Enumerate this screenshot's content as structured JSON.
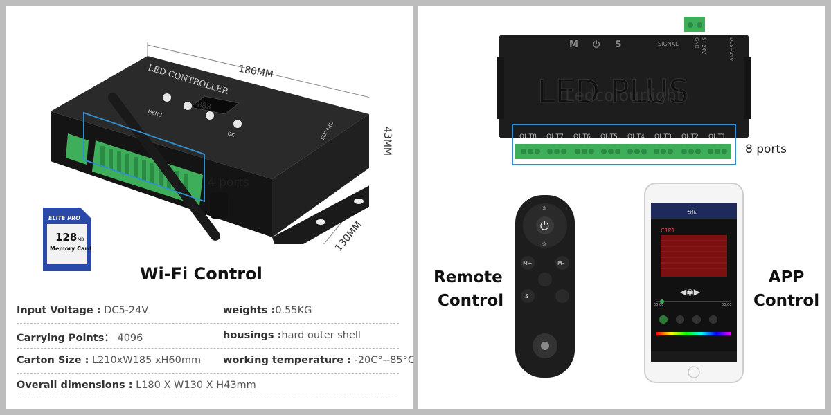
{
  "left": {
    "controller_label": "LED CONTROLLER",
    "menu_label": "MENU",
    "ok_label": "OK",
    "display_value": "888",
    "sdcard_slot_label": "SDCARD",
    "dim_length": "180MM",
    "dim_height": "43MM",
    "dim_width": "130MM",
    "ports_label": "4 ports",
    "sdcard": {
      "brand": "ELITE PRO",
      "capacity": "128",
      "unit": "MB",
      "type": "Memory Card"
    },
    "feature_title": "Wi-Fi Control"
  },
  "specs": [
    {
      "k1": "Input Voltage :",
      "v1": " DC5-24V",
      "k2": "weights :",
      "v2": "0.55KG"
    },
    {
      "k1": "Carrying Points：",
      "v1": "  4096",
      "k2": "housings :",
      "v2": "hard outer shell"
    },
    {
      "k1": "Carton Size :",
      "v1": " L210xW185 xH60mm",
      "k2": "working temperature :",
      "v2": " -20C°--85°C"
    },
    {
      "k1": "Overall dimensions :",
      "v1": " L180 X W130 X H43mm",
      "k2": "",
      "v2": ""
    }
  ],
  "right": {
    "device_title": "LED PLUS",
    "watermark": "Ledcolourlight",
    "top_buttons": [
      "M",
      "⏻",
      "S"
    ],
    "signal_label": "SIGNAL",
    "gnd_label": "GND",
    "voltage_label": "5~24V",
    "dc_label": "DC5~24V",
    "outputs": [
      "OUT8",
      "OUT7",
      "OUT6",
      "OUT5",
      "OUT4",
      "OUT3",
      "OUT2",
      "OUT1"
    ],
    "ports_label": "8 ports",
    "remote_title_line1": "Remote",
    "remote_title_line2": "Control",
    "app_title_line1": "APP",
    "app_title_line2": "Control",
    "phone": {
      "header_title": "音乐",
      "program_label": "C1P1",
      "time_start": "00:00",
      "time_end": "00:00"
    }
  },
  "colors": {
    "highlight_box": "#2f8fd0",
    "terminal_green": "#3fae5a",
    "device_black": "#1d1d1d",
    "spec_key": "#333333",
    "spec_value": "#555555"
  }
}
